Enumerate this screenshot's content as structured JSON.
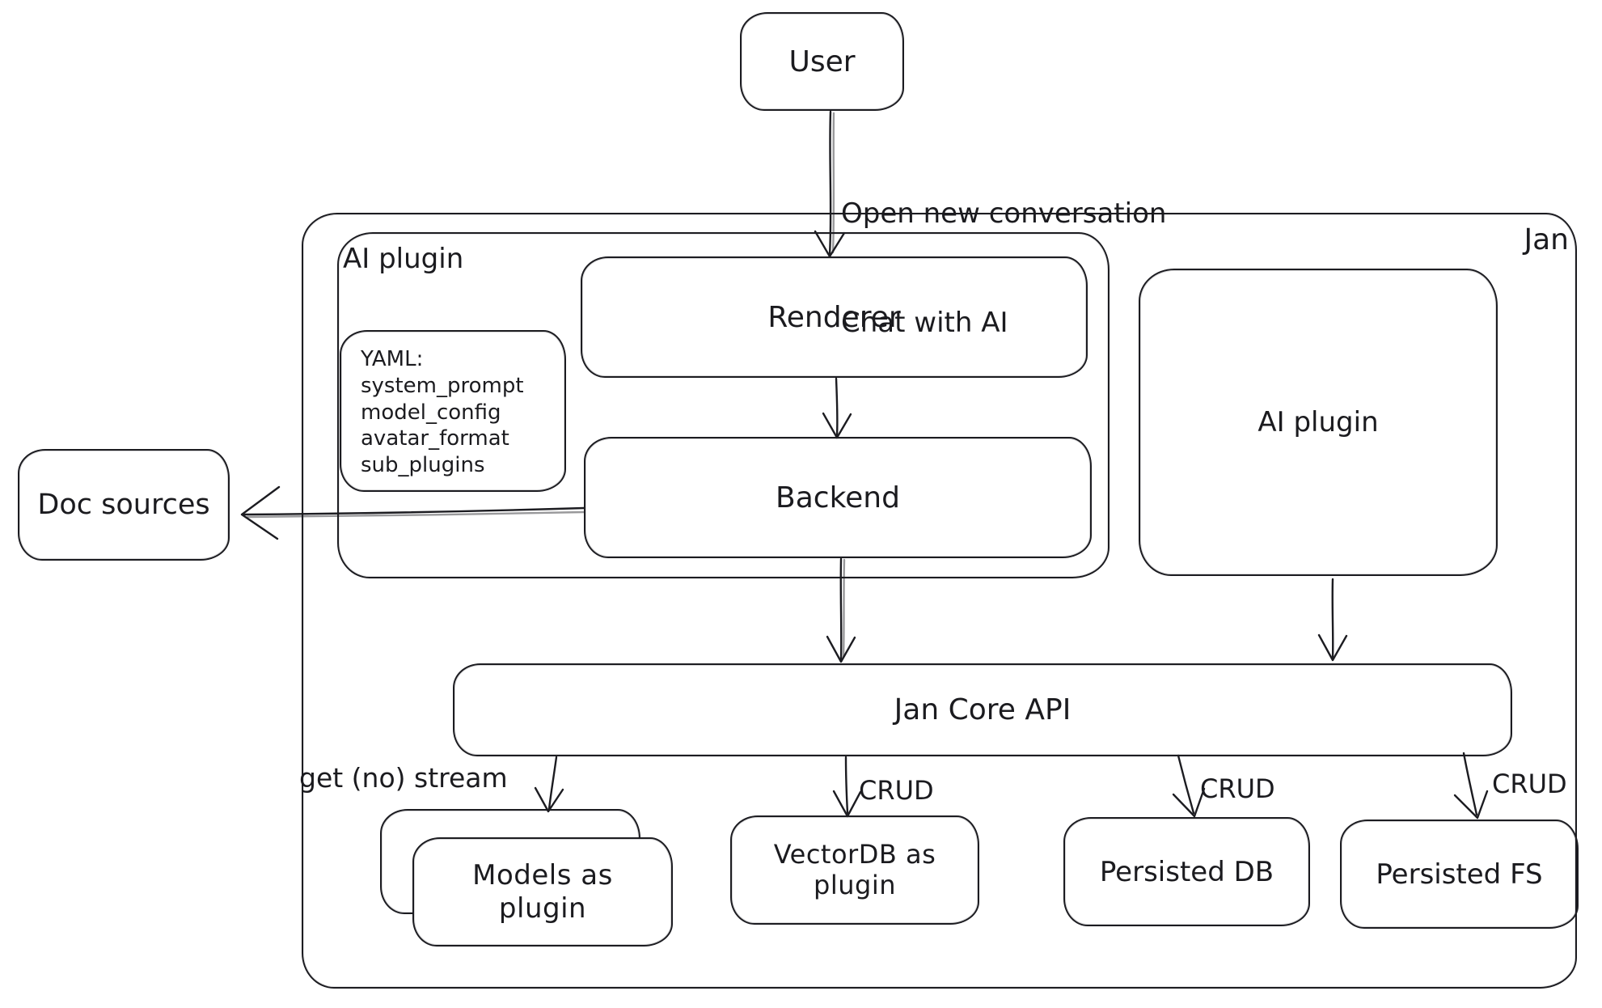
{
  "diagram": {
    "container_label": "Jan",
    "nodes": {
      "user": "User",
      "doc_sources": "Doc sources",
      "ai_plugin_group": "AI plugin",
      "ai_plugin_right": "AI plugin",
      "renderer": "Renderer",
      "backend": "Backend",
      "jan_core_api": "Jan Core API",
      "models_plugin": "Models as plugin",
      "vectordb_plugin": "VectorDB as plugin",
      "persisted_db": "Persisted DB",
      "persisted_fs": "Persisted FS"
    },
    "yaml_note": {
      "lines": [
        "YAML:",
        "system_prompt",
        "model_config",
        "avatar_format",
        "sub_plugins"
      ]
    },
    "edge_labels": {
      "user_to_renderer": [
        "Open new conversation",
        "Chat with AI"
      ],
      "get_stream": "get (no) stream",
      "crud_vectordb": "CRUD",
      "crud_persisted_db": "CRUD",
      "crud_persisted_fs": "CRUD"
    },
    "colors": {
      "stroke": "#1c1c21",
      "background": "#ffffff"
    }
  }
}
